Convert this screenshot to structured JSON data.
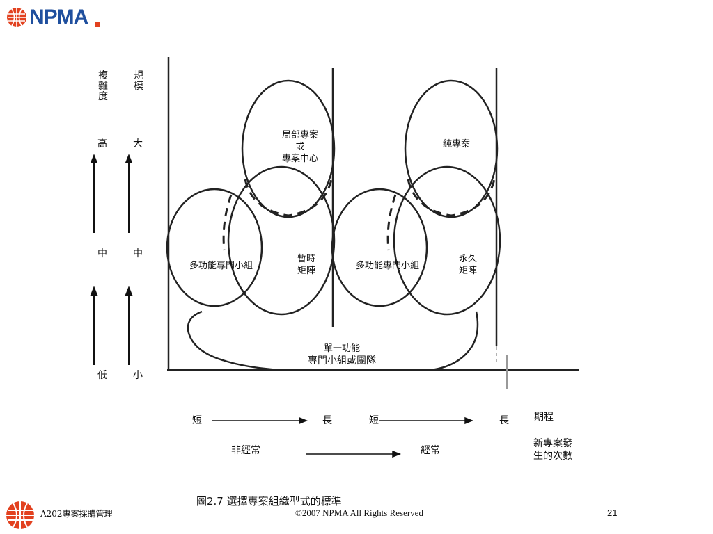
{
  "logo": {
    "text": "NPMA"
  },
  "axes": {
    "complexity_label": "複雜度",
    "scale_label": "規模",
    "complexity_levels": {
      "high": "高",
      "mid": "中",
      "low": "低"
    },
    "scale_levels": {
      "high": "大",
      "mid": "中",
      "low": "小"
    }
  },
  "regions": {
    "partial_project": [
      "局部專案",
      "或",
      "專案中心"
    ],
    "pure_project": "純專案",
    "cross_functional_1": "多功能專門小組",
    "temporary_matrix": [
      "暫時",
      "矩陣"
    ],
    "cross_functional_2": "多功能專門小組",
    "permanent_matrix": [
      "永久",
      "矩陣"
    ],
    "single_function": [
      "單一功能",
      "專門小組或團隊"
    ]
  },
  "bottom": {
    "short_1": "短",
    "long_1": "長",
    "short_2": "短",
    "long_2": "長",
    "duration_label": "期程",
    "non_recurring": "非經常",
    "recurring": "經常",
    "frequency_label": [
      "新專案發",
      "生的次數"
    ]
  },
  "caption": "圖2.7 選擇專案組織型式的標準",
  "footer": {
    "course": "A202專案採購管理",
    "copyright": "©2007 NPMA  All Rights Reserved",
    "page": "21"
  },
  "colors": {
    "brand_blue": "#1f4f9e",
    "brand_orange": "#e2411f",
    "line": "#222222"
  }
}
